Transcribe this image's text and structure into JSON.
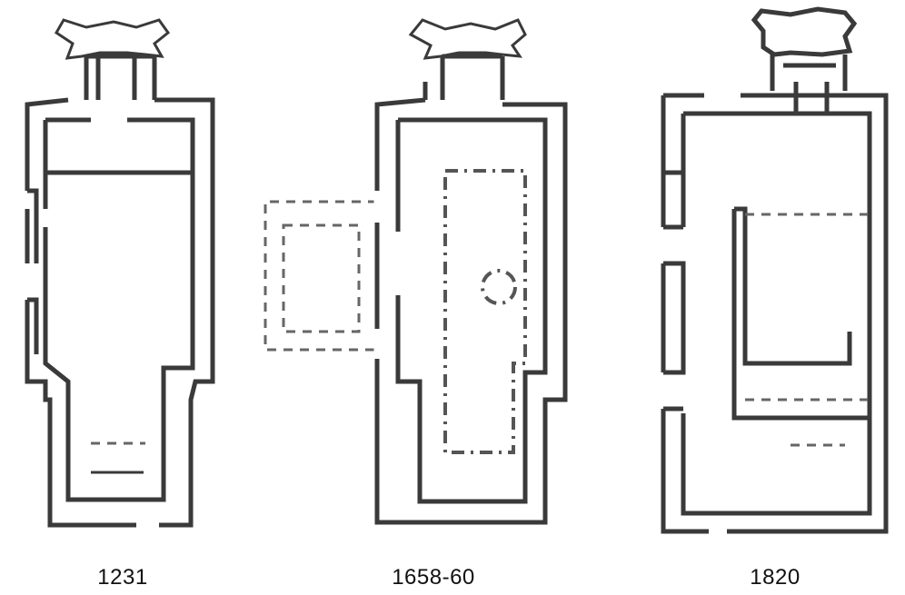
{
  "plans": [
    {
      "year_label": "1231"
    },
    {
      "year_label": "1658-60"
    },
    {
      "year_label": "1820"
    }
  ]
}
